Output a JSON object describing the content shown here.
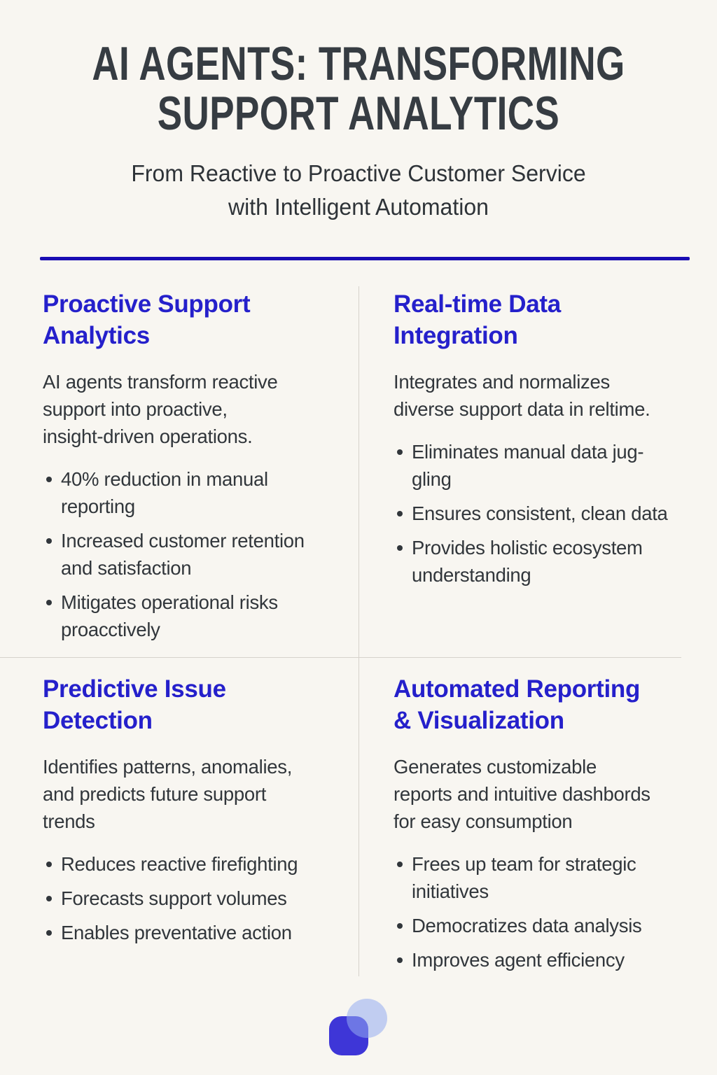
{
  "header": {
    "title": "AI AGENTS: TRANSFORMING\nSUPPORT ANALYTICS",
    "subtitle": "From Reactive to Proactive Customer Service\nwith Intelligent Automation"
  },
  "sections": [
    {
      "heading": "Proactive Support\nAnalytics",
      "description": "AI agents transform reactive\nsupport into proactive,\ninsight-driven operations.",
      "bullets": [
        "40% reduction in manual\nreporting",
        "Increased customer retention\nand satisfaction",
        "Mitigates operational risks\nproacctively"
      ]
    },
    {
      "heading": "Real-time Data\nIntegration",
      "description": "Integrates and normalizes\ndiverse support data in reltime.",
      "bullets": [
        "Eliminates manual data jug-\ngling",
        "Ensures consistent, clean data",
        "Provides holistic ecosystem\nunderstanding"
      ]
    },
    {
      "heading": "Predictive Issue\nDetection",
      "description": "Identifies patterns, anomalies,\nand predicts future support\ntrends",
      "bullets": [
        "Reduces reactive firefighting",
        "Forecasts support volumes",
        "Enables preventative action"
      ]
    },
    {
      "heading": "Automated Reporting\n& Visualization",
      "description": "Generates customizable\nreports and intuitive dashbords\nfor easy consumption",
      "bullets": [
        "Frees up team for strategic\ninitiatives",
        "Democratizes data analysis",
        "Improves agent efficiency"
      ]
    }
  ],
  "colors": {
    "background": "#f8f6f1",
    "title_text": "#363c42",
    "body_text": "#31363b",
    "heading_blue": "#2520cb",
    "rule_blue": "#1a0db3",
    "divider_gray": "#d6d2cb",
    "logo_dark_blue": "#3e36d7",
    "logo_light_blue": "#94acf0"
  },
  "icons": {
    "logo": "overlapping-rounded-square-and-circle-brand-logo"
  }
}
